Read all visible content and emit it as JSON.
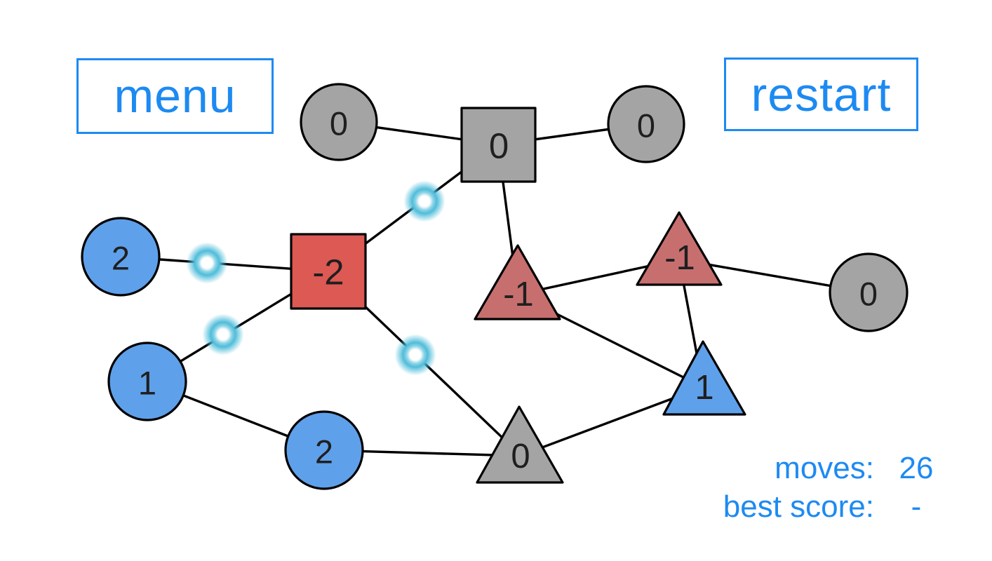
{
  "buttons": {
    "menu_label": "menu",
    "restart_label": "restart"
  },
  "scoreboard": {
    "moves_label": "moves:",
    "moves_value": "26",
    "best_score_label": "best score:",
    "best_score_value": "-"
  },
  "colors": {
    "accent_blue": "#1d8af2",
    "node_blue": "#5fa0ea",
    "node_gray": "#a4a4a4",
    "node_red_square": "#dc5954",
    "node_red_triangle": "#c76f6f",
    "edge_black": "#000000",
    "glow_cyan": "#4fbdda",
    "background": "#ffffff"
  },
  "graph": {
    "nodes": [
      {
        "id": "circle-gray-top-left",
        "shape": "circle",
        "color": "gray",
        "value": "0"
      },
      {
        "id": "square-gray-top",
        "shape": "square",
        "color": "gray",
        "value": "0"
      },
      {
        "id": "circle-gray-top-right",
        "shape": "circle",
        "color": "gray",
        "value": "0"
      },
      {
        "id": "circle-gray-right",
        "shape": "circle",
        "color": "gray",
        "value": "0"
      },
      {
        "id": "circle-blue-left",
        "shape": "circle",
        "color": "blue",
        "value": "2"
      },
      {
        "id": "circle-blue-mid-left",
        "shape": "circle",
        "color": "blue",
        "value": "1"
      },
      {
        "id": "circle-blue-bottom",
        "shape": "circle",
        "color": "blue",
        "value": "2"
      },
      {
        "id": "square-red-center",
        "shape": "square",
        "color": "red",
        "value": "-2"
      },
      {
        "id": "triangle-red-center",
        "shape": "triangle",
        "color": "red",
        "value": "-1"
      },
      {
        "id": "triangle-red-right",
        "shape": "triangle",
        "color": "red",
        "value": "-1"
      },
      {
        "id": "triangle-blue-right",
        "shape": "triangle",
        "color": "blue",
        "value": "1"
      },
      {
        "id": "triangle-gray-bottom",
        "shape": "triangle",
        "color": "gray",
        "value": "0"
      }
    ],
    "edges": [
      {
        "from": "circle-gray-top-left",
        "to": "square-gray-top",
        "glow": false
      },
      {
        "from": "square-gray-top",
        "to": "circle-gray-top-right",
        "glow": false
      },
      {
        "from": "square-gray-top",
        "to": "square-red-center",
        "glow": true
      },
      {
        "from": "square-gray-top",
        "to": "triangle-red-center",
        "glow": false
      },
      {
        "from": "circle-blue-left",
        "to": "square-red-center",
        "glow": true
      },
      {
        "from": "circle-blue-mid-left",
        "to": "square-red-center",
        "glow": true
      },
      {
        "from": "square-red-center",
        "to": "triangle-gray-bottom",
        "glow": true
      },
      {
        "from": "circle-blue-mid-left",
        "to": "circle-blue-bottom",
        "glow": false
      },
      {
        "from": "circle-blue-bottom",
        "to": "triangle-gray-bottom",
        "glow": false
      },
      {
        "from": "triangle-gray-bottom",
        "to": "triangle-blue-right",
        "glow": false
      },
      {
        "from": "triangle-red-center",
        "to": "triangle-red-right",
        "glow": false
      },
      {
        "from": "triangle-red-center",
        "to": "triangle-blue-right",
        "glow": false
      },
      {
        "from": "triangle-red-right",
        "to": "triangle-blue-right",
        "glow": false
      },
      {
        "from": "triangle-red-right",
        "to": "circle-gray-right",
        "glow": false
      }
    ],
    "glow_dot_count": 4
  }
}
